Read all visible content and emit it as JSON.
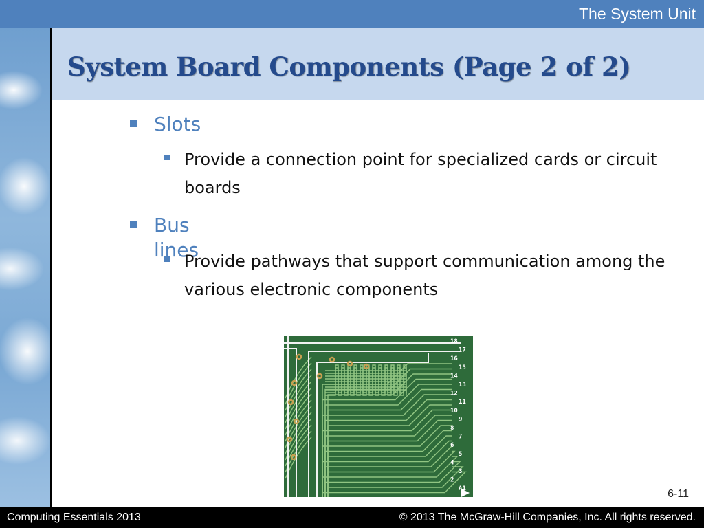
{
  "header": {
    "section_title": "The System Unit"
  },
  "slide": {
    "title": "System Board Components (Page 2 of 2)",
    "bullets": [
      {
        "label": "Slots",
        "sub": [
          "Provide a connection point for specialized cards or circuit boards"
        ]
      },
      {
        "label": "Bus lines",
        "sub": [
          "Provide pathways that support communication among the various electronic components"
        ]
      }
    ],
    "page_number": "6-11"
  },
  "image": {
    "board_labels": [
      "18",
      "17",
      "16",
      "15",
      "14",
      "13",
      "12",
      "11",
      "10",
      "9",
      "8",
      "7",
      "6",
      "5",
      "4",
      "3",
      "2",
      "A1"
    ]
  },
  "footer": {
    "left": "Computing Essentials 2013",
    "right": "© 2013 The McGraw-Hill Companies, Inc. All rights reserved."
  },
  "colors": {
    "header_bar": "#4f81bd",
    "title_band": "#c6d8ee",
    "title_text": "#244a8c",
    "bullet_accent": "#4f81bd",
    "footer_bar": "#000000",
    "pcb_green": "#2e6b3a"
  }
}
